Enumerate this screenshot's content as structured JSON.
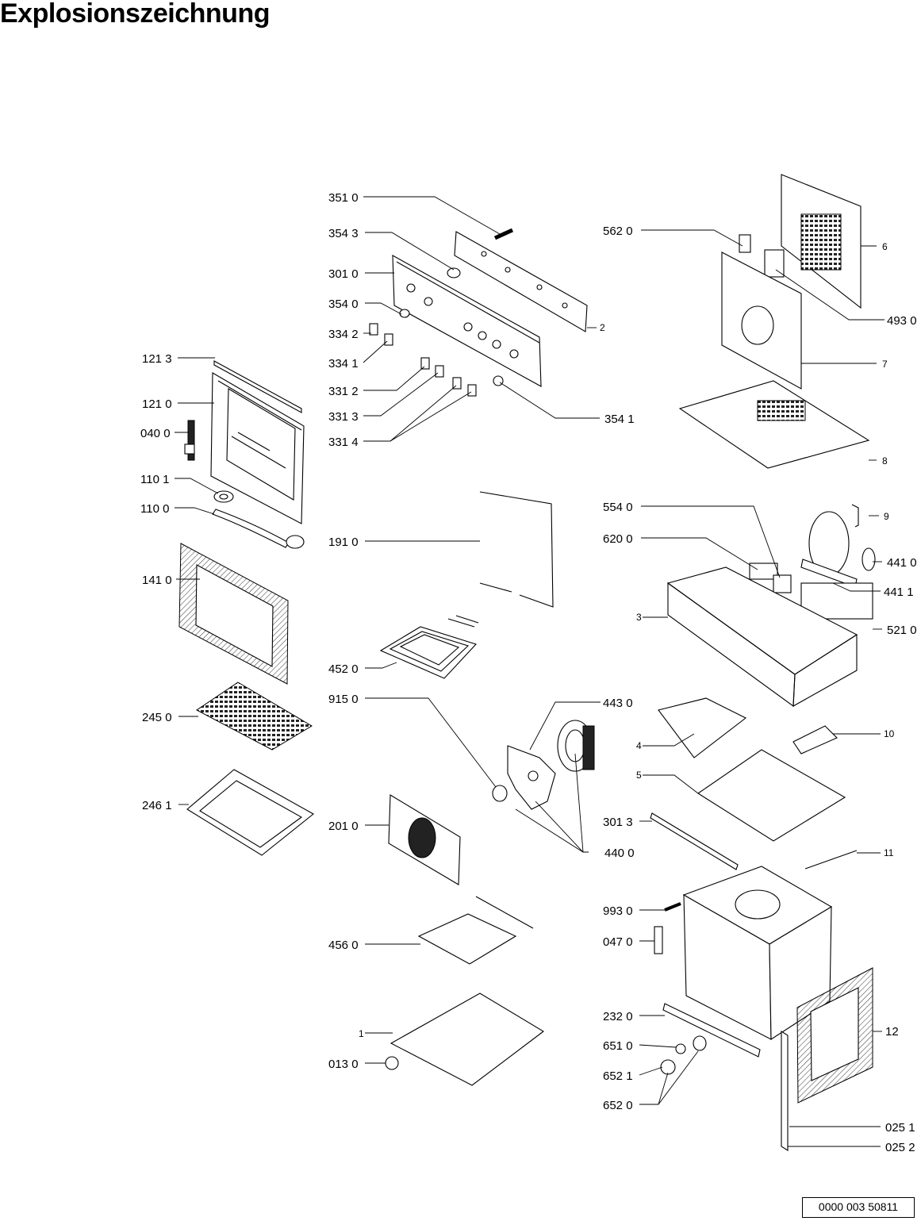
{
  "title": "Explosionszeichnung",
  "document_number": "0000 003 50811",
  "callouts": {
    "c3510": "351 0",
    "c3543": "354 3",
    "c3010": "301 0",
    "c3540": "354 0",
    "c3342": "334 2",
    "c3341": "334 1",
    "c3312": "331 2",
    "c3313": "331 3",
    "c3314": "331 4",
    "c3541": "354 1",
    "c2": "2",
    "c1213": "121 3",
    "c1210": "121 0",
    "c0400": "040 0",
    "c1101": "110 1",
    "c1100": "110 0",
    "c1410": "141 0",
    "c2450": "245 0",
    "c2461": "246 1",
    "c1910": "191 0",
    "c4520": "452 0",
    "c9150": "915 0",
    "c4430": "443 0",
    "c2010": "201 0",
    "c4400": "440 0",
    "c4560": "456 0",
    "c1": "1",
    "c0130": "013 0",
    "c5620": "562 0",
    "c6": "6",
    "c4930": "493 0",
    "c7": "7",
    "c8": "8",
    "c5540": "554 0",
    "c9": "9",
    "c6200": "620 0",
    "c4410": "441 0",
    "c4411": "441 1",
    "c3": "3",
    "c5210": "521 0",
    "c4": "4",
    "c10": "10",
    "c5": "5",
    "c3013": "301 3",
    "c11": "11",
    "c9930": "993 0",
    "c0470": "047 0",
    "c2320": "232 0",
    "c12": "12",
    "c6510": "651 0",
    "c6521": "652 1",
    "c6520": "652 0",
    "c0251": "025 1",
    "c0252": "025 2"
  }
}
